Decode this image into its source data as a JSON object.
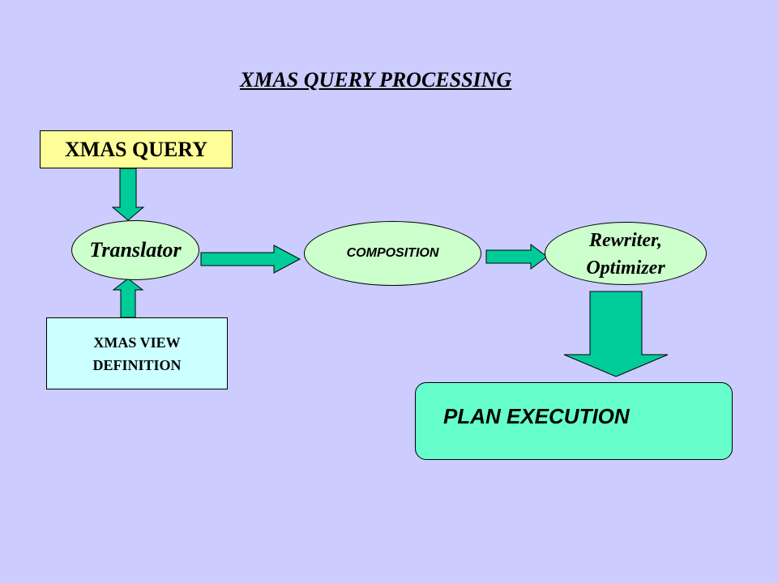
{
  "title": "XMAS QUERY PROCESSING",
  "nodes": {
    "query": "XMAS QUERY",
    "translator": "Translator",
    "view_definition": [
      "XMAS VIEW",
      "DEFINITION"
    ],
    "composition": "COMPOSITION",
    "rewriter": [
      "Rewriter,",
      "Optimizer"
    ],
    "plan_execution": "PLAN EXECUTION"
  },
  "colors": {
    "background": "#ccccff",
    "query_box": "#ffff99",
    "ellipse_fill": "#ccffcc",
    "view_box": "#ccffff",
    "plan_box": "#66ffcc",
    "arrow_fill": "#00cc99"
  }
}
